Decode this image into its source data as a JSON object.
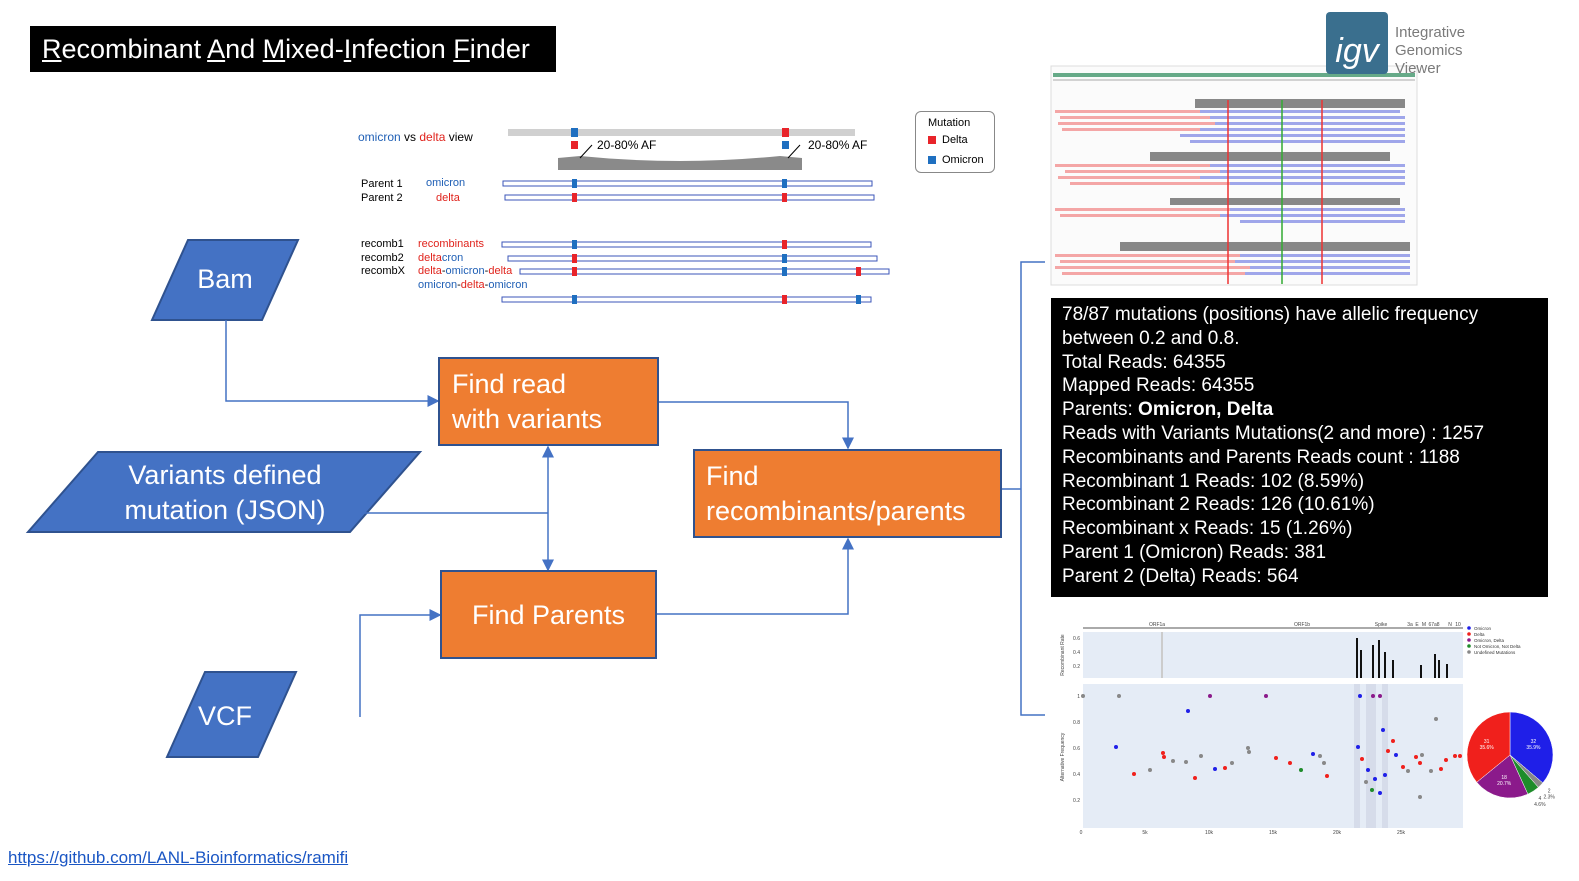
{
  "title": {
    "parts": [
      {
        "u": "R",
        "r": "ecombinant "
      },
      {
        "u": "A",
        "r": "nd "
      },
      {
        "u": "M",
        "r": "ixed-"
      },
      {
        "u": "I",
        "r": "nfection "
      },
      {
        "u": "F",
        "r": "inder"
      }
    ]
  },
  "inputs": {
    "bam": "Bam",
    "variants_line1": "Variants defined",
    "variants_line2": "mutation (JSON)",
    "vcf": "VCF"
  },
  "steps": {
    "find_read_line1": "Find read",
    "find_read_line2": "with variants",
    "find_parents": "Find Parents",
    "find_recomb_line1": "Find",
    "find_recomb_line2": "recombinants/parents"
  },
  "schematic": {
    "view_word1": "omicron",
    "view_word2": " vs ",
    "view_word3": "delta",
    "view_word4": " view",
    "af_label": "20-80% AF",
    "parent1": "Parent 1",
    "parent1_type": "omicron",
    "parent2": "Parent 2",
    "parent2_type": "delta",
    "recomb1": "recomb1",
    "recomb1_type": "recombinants",
    "recomb2": "recomb2",
    "recomb2_type_a": "delta",
    "recomb2_type_b": "cron",
    "recombX": "recombX",
    "recombX_a": "delta",
    "recombX_b": "-",
    "recombX_c": "omicron",
    "recombX_d": "-",
    "recombX_e": "delta",
    "extra_a": "omicron",
    "extra_b": "-",
    "extra_c": "delta",
    "extra_d": "-",
    "extra_e": "omicron"
  },
  "legend": {
    "title": "Mutation",
    "delta": "Delta",
    "omicron": "Omicron",
    "delta_color": "#e8242a",
    "omicron_color": "#1f6fc0"
  },
  "igv": {
    "logo": "igv",
    "line1": "Integrative",
    "line2": "Genomics",
    "line3": "Viewer"
  },
  "stats": [
    "78/87 mutations (positions) have allelic frequency",
    "between 0.2 and 0.8.",
    "Total Reads: 64355",
    "Mapped Reads: 64355",
    "Parents: ",
    "Reads with Variants Mutations(2 and more) : 1257",
    "Recombinants and Parents Reads count : 1188",
    "Recombinant 1 Reads: 102 (8.59%)",
    "Recombinant 2 Reads: 126 (10.61%)",
    "Recombinant x Reads: 15 (1.26%)",
    "Parent 1 (Omicron) Reads: 381",
    "Parent 2 (Delta) Reads: 564"
  ],
  "stats_parents_bold": "Omicron, Delta",
  "plot": {
    "genes": [
      "ORF1a",
      "ORF1b",
      "Spike",
      "3a",
      "E",
      "M",
      "67a8",
      "N",
      "10"
    ],
    "y_top_label": "Recombinant Rate",
    "y_bottom_label": "Alternative Frequency",
    "y_top_ticks": [
      "0.6",
      "0.4",
      "0.2"
    ],
    "y_bottom_ticks": [
      "1",
      "0.8",
      "0.6",
      "0.4",
      "0.2"
    ],
    "x_ticks": [
      "0",
      "5k",
      "10k",
      "15k",
      "20k",
      "25k"
    ],
    "legend": [
      "Omicron",
      "Delta",
      "Omicron, Delta",
      "Not Omicron, Not Delta",
      "Undefined Mutations"
    ],
    "pie": [
      {
        "label": "32",
        "pct": "35.9%",
        "color": "#1f1fe8"
      },
      {
        "label": "2",
        "pct": "2.3%",
        "color": "#888888"
      },
      {
        "label": "4",
        "pct": "4.6%",
        "color": "#1e8c2a"
      },
      {
        "label": "18",
        "pct": "20.7%",
        "color": "#8b1a8b"
      },
      {
        "label": "31",
        "pct": "35.6%",
        "color": "#f0201c"
      }
    ]
  },
  "link": "https://github.com/LANL-Bioinformatics/ramifi"
}
